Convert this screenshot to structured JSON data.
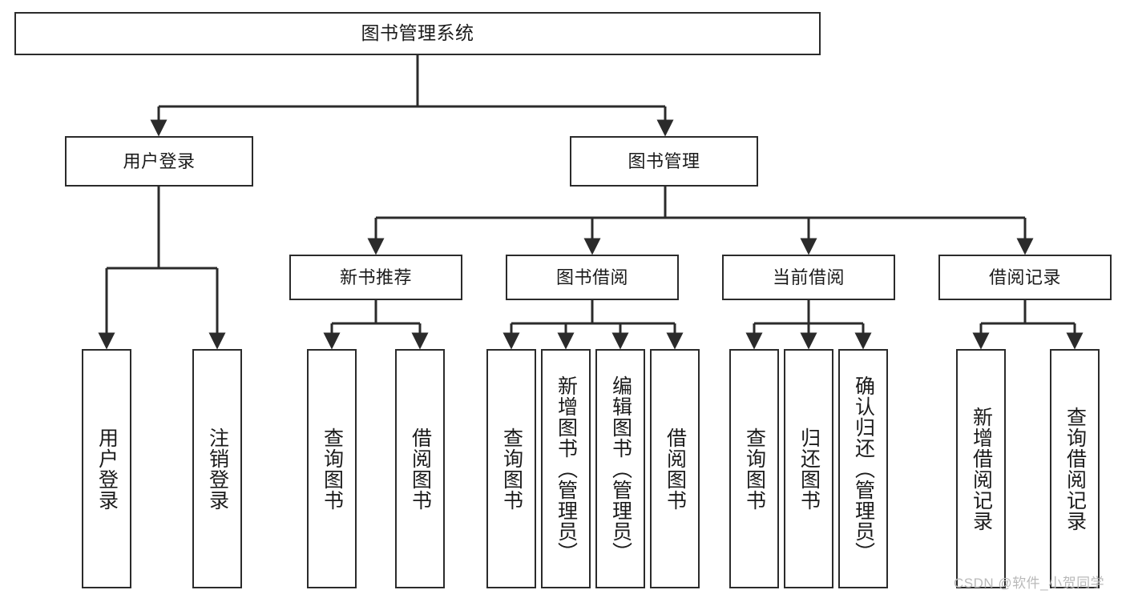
{
  "diagram": {
    "title": "图书管理系统",
    "type": "hierarchy-tree",
    "colors": {
      "box_border": "#2b2b2b",
      "box_fill": "#ffffff",
      "edge": "#2b2b2b",
      "text": "#1b1b1b",
      "watermark": "#b9b9b9"
    },
    "levels": {
      "level1": [
        "图书管理系统"
      ],
      "level2": [
        "用户登录",
        "图书管理"
      ],
      "level3": [
        "新书推荐",
        "图书借阅",
        "当前借阅",
        "借阅记录"
      ],
      "level4": [
        "用户登录",
        "注销登录",
        "查询图书",
        "借阅图书",
        "查询图书",
        "新增图书（管理员）",
        "编辑图书（管理员）",
        "借阅图书",
        "查询图书",
        "归还图书",
        "确认归还（管理员）",
        "新增借阅记录",
        "查询借阅记录"
      ]
    },
    "nodes": {
      "root": {
        "label": "图书管理系统"
      },
      "user_login": {
        "label": "用户登录"
      },
      "book_manage": {
        "label": "图书管理"
      },
      "new_book_rec": {
        "label": "新书推荐"
      },
      "book_borrow": {
        "label": "图书借阅"
      },
      "current_borrow": {
        "label": "当前借阅"
      },
      "borrow_record": {
        "label": "借阅记录"
      },
      "leaf_user_login": {
        "label": "用户登录"
      },
      "leaf_logout": {
        "label": "注销登录"
      },
      "leaf_query_book_1": {
        "label": "查询图书"
      },
      "leaf_borrow_book_1": {
        "label": "借阅图书"
      },
      "leaf_query_book_2": {
        "label": "查询图书"
      },
      "leaf_add_book": {
        "label": "新增图书（管理员）"
      },
      "leaf_edit_book": {
        "label": "编辑图书（管理员）"
      },
      "leaf_borrow_book_2": {
        "label": "借阅图书"
      },
      "leaf_query_book_3": {
        "label": "查询图书"
      },
      "leaf_return_book": {
        "label": "归还图书"
      },
      "leaf_confirm_return": {
        "label": "确认归还（管理员）"
      },
      "leaf_add_record": {
        "label": "新增借阅记录"
      },
      "leaf_query_record": {
        "label": "查询借阅记录"
      }
    },
    "edges": [
      {
        "from": "root",
        "to": "user_login"
      },
      {
        "from": "root",
        "to": "book_manage"
      },
      {
        "from": "user_login",
        "to": "leaf_user_login"
      },
      {
        "from": "user_login",
        "to": "leaf_logout"
      },
      {
        "from": "book_manage",
        "to": "new_book_rec"
      },
      {
        "from": "book_manage",
        "to": "book_borrow"
      },
      {
        "from": "book_manage",
        "to": "current_borrow"
      },
      {
        "from": "book_manage",
        "to": "borrow_record"
      },
      {
        "from": "new_book_rec",
        "to": "leaf_query_book_1"
      },
      {
        "from": "new_book_rec",
        "to": "leaf_borrow_book_1"
      },
      {
        "from": "book_borrow",
        "to": "leaf_query_book_2"
      },
      {
        "from": "book_borrow",
        "to": "leaf_add_book"
      },
      {
        "from": "book_borrow",
        "to": "leaf_edit_book"
      },
      {
        "from": "book_borrow",
        "to": "leaf_borrow_book_2"
      },
      {
        "from": "current_borrow",
        "to": "leaf_query_book_3"
      },
      {
        "from": "current_borrow",
        "to": "leaf_return_book"
      },
      {
        "from": "current_borrow",
        "to": "leaf_confirm_return"
      },
      {
        "from": "borrow_record",
        "to": "leaf_add_record"
      },
      {
        "from": "borrow_record",
        "to": "leaf_query_record"
      }
    ]
  },
  "watermark": {
    "text": "CSDN @软件_小贺同学"
  }
}
